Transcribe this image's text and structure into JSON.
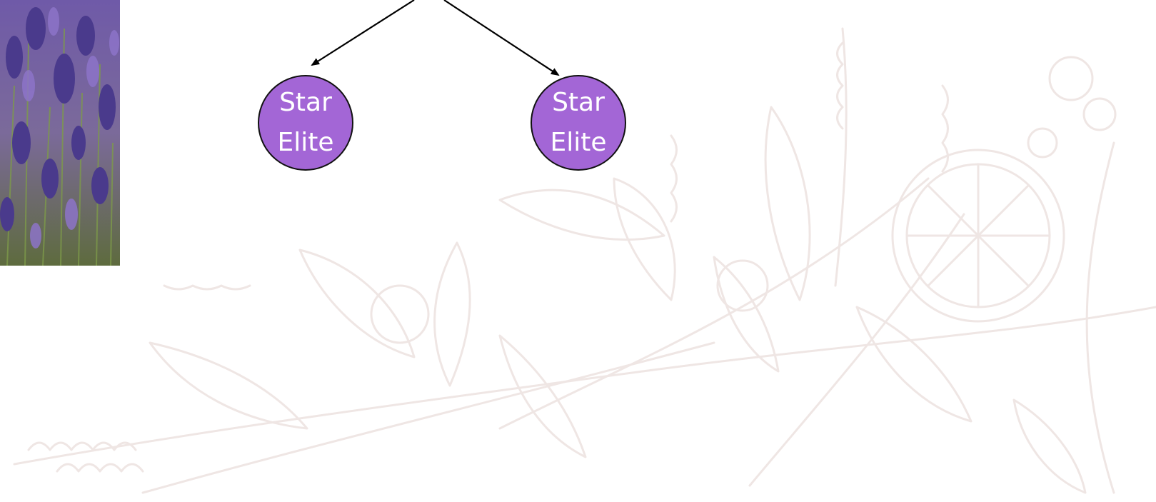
{
  "diagram": {
    "nodes": [
      {
        "id": "left",
        "label": "Star\nElite"
      },
      {
        "id": "right",
        "label": "Star\nElite"
      }
    ],
    "edges": [
      {
        "from": "parent",
        "to": "left"
      },
      {
        "from": "parent",
        "to": "right"
      }
    ]
  },
  "colors": {
    "node_fill": "#a366d6",
    "node_border": "#111111",
    "node_text": "#ffffff",
    "edge": "#000000",
    "botanical_line": "#efe6e4",
    "lavender_purple": "#5b3f95"
  },
  "decor": {
    "photo_icon": "lavender-field-photo",
    "background_icon": "botanical-line-art"
  }
}
